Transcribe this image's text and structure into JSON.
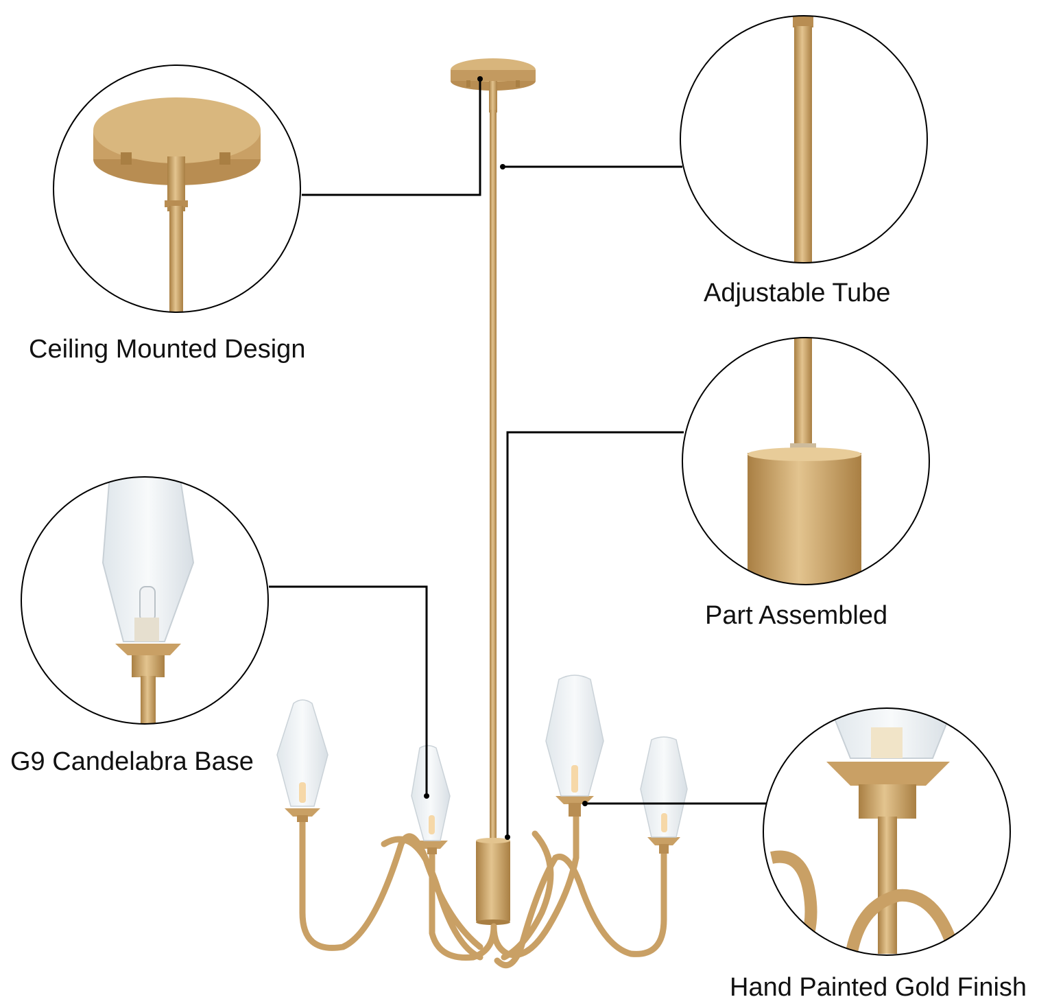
{
  "labels": {
    "ceiling": "Ceiling Mounted Design",
    "tube": "Adjustable Tube",
    "part": "Part Assembled",
    "base": "G9 Candelabra Base",
    "finish": "Hand Painted Gold Finish"
  },
  "colors": {
    "gold": "#c9a065",
    "gold_dark": "#a97f43",
    "gold_light": "#e3c48f",
    "glass": "#eef2f5",
    "line": "#000000"
  }
}
